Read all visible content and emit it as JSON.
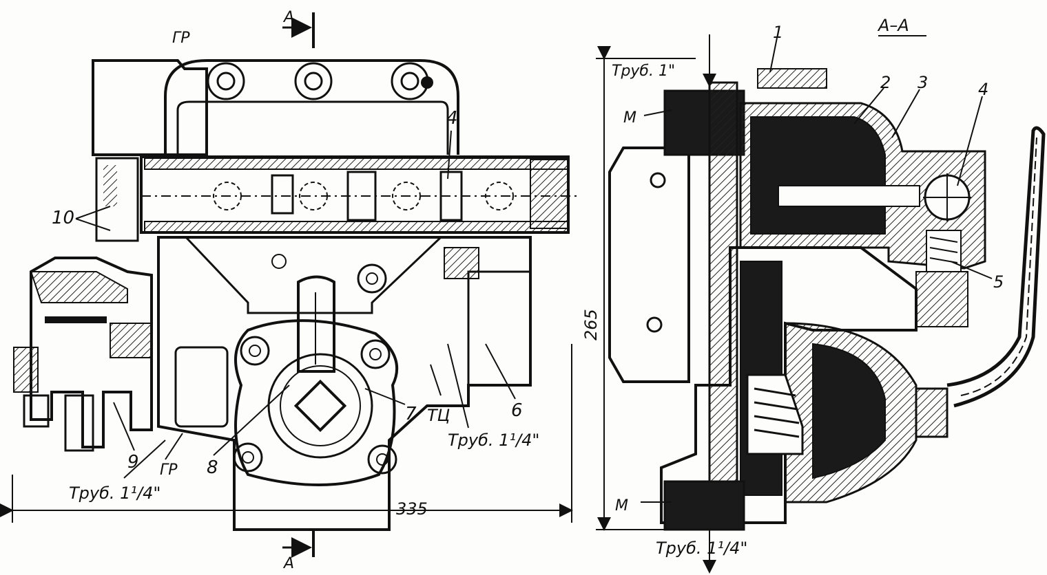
{
  "section_title": "А–А",
  "section_mark_left": "А",
  "gr_top": "ГР",
  "gr_bottom": "ГР",
  "tc": "ТЦ",
  "pipe_1_top": "Труб. 1\"",
  "pipe_114_right": "Труб. 1¹/4\"",
  "pipe_114_left": "Труб. 1¹/4\"",
  "pipe_114_bottom": "Труб. 1¹/4\"",
  "m_top": "М",
  "m_bottom": "М",
  "dim_width": "335",
  "dim_height": "265",
  "parts_left": {
    "p4": "4",
    "p6": "6",
    "p7": "7",
    "p8": "8",
    "p9": "9",
    "p10": "10"
  },
  "parts_right": {
    "p1": "1",
    "p2": "2",
    "p3": "3",
    "p4": "4",
    "p5": "5"
  }
}
